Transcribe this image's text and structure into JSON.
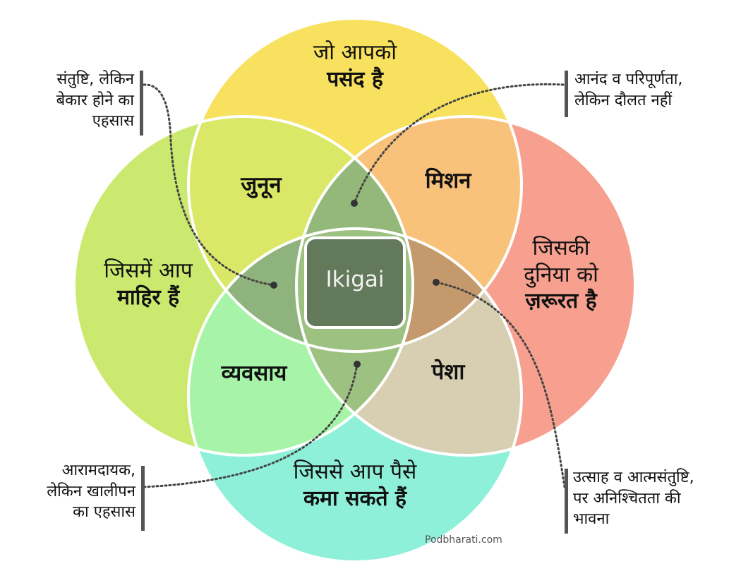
{
  "circles": {
    "top": {
      "line1": "जो आपको",
      "line2": "पसंद है",
      "color": "#f7e15e"
    },
    "left": {
      "line1": "जिसमें आप",
      "line2": "माहिर हैं",
      "color": "#cbe96f"
    },
    "right": {
      "line1": "जिसकी",
      "line2": "दुनिया को",
      "line3": "ज़रूरत है",
      "color": "#f7a08f"
    },
    "bottom": {
      "line1": "जिससे आप पैसे",
      "line2": "कमा सकते हैं",
      "color": "#8ff0da"
    }
  },
  "regions": {
    "passion": {
      "label": "जुनून",
      "color": "#dbe867"
    },
    "mission": {
      "label": "मिशन",
      "color": "#f8c27a"
    },
    "profession": {
      "label": "व्यवसाय",
      "color": "#a7f4a8"
    },
    "vocation": {
      "label": "पेशा",
      "color": "#d8cfb2"
    }
  },
  "center": {
    "label": "Ikigai",
    "color": "#62795a"
  },
  "notes": {
    "top_left": {
      "lines": [
        "संतुष्टि, लेकिन",
        "बेकार होने का",
        "एहसास"
      ]
    },
    "top_right": {
      "lines": [
        "आनंद व परिपूर्णता,",
        "लेकिन दौलत नहीं"
      ]
    },
    "bottom_left": {
      "lines": [
        "आरामदायक,",
        "लेकिन खालीपन",
        "का एहसास"
      ]
    },
    "bottom_right": {
      "lines": [
        "उत्साह व आत्मसंतुष्टि,",
        "पर अनिश्चितता की",
        "भावना"
      ]
    }
  },
  "credit": "Podbharati.com"
}
